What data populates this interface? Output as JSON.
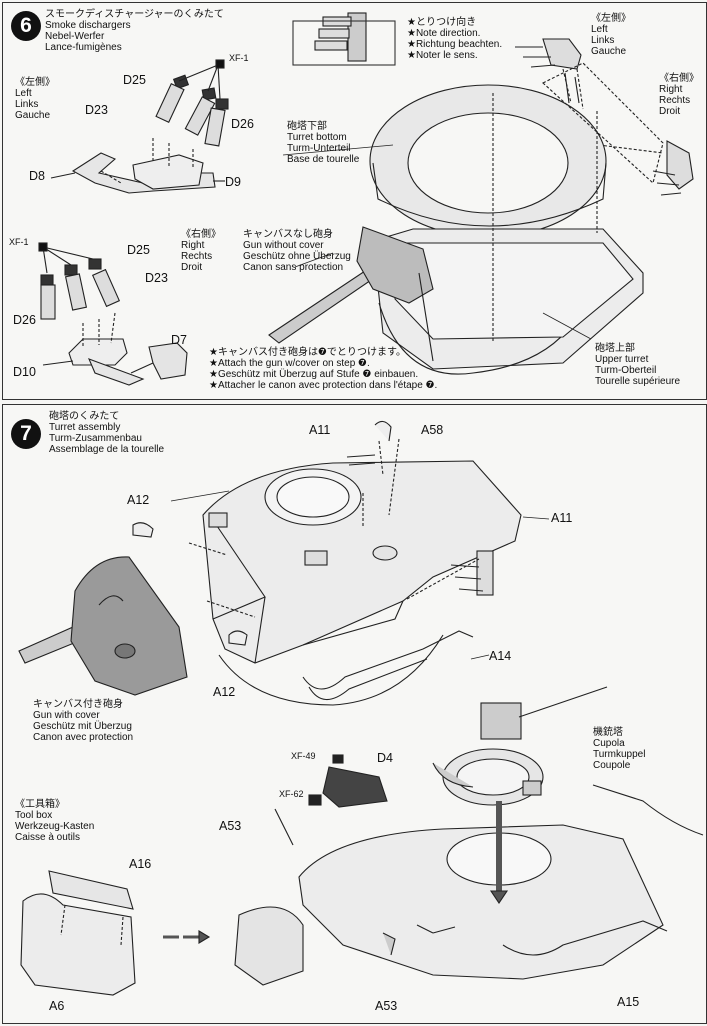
{
  "step6": {
    "number": "6",
    "title_jp": "スモークディスチャージャーのくみたて",
    "title_en": "Smoke dischargers",
    "title_de": "Nebel-Werfer",
    "title_fr": "Lance-fumigènes",
    "left_block": {
      "jp": "《左側》",
      "en": "Left",
      "de": "Links",
      "fr": "Gauche"
    },
    "left_right_block": {
      "jp": "《右側》",
      "en": "Right",
      "de": "Rechts",
      "fr": "Droit"
    },
    "top_left_block": {
      "jp": "《左側》",
      "en": "Left",
      "de": "Links",
      "fr": "Gauche"
    },
    "top_right_block": {
      "jp": "《右側》",
      "en": "Right",
      "de": "Rechts",
      "fr": "Droit"
    },
    "note": {
      "jp": "★とりつけ向き",
      "en": "★Note direction.",
      "de": "★Richtung beachten.",
      "fr": "★Noter le sens."
    },
    "turret_bottom": {
      "jp": "砲塔下部",
      "en": "Turret bottom",
      "de": "Turm-Unterteil",
      "fr": "Base de tourelle"
    },
    "upper_turret": {
      "jp": "砲塔上部",
      "en": "Upper turret",
      "de": "Turm-Oberteil",
      "fr": "Tourelle supérieure"
    },
    "gun_without_cover": {
      "jp": "キャンバスなし砲身",
      "en": "Gun without cover",
      "de": "Geschütz ohne Überzug",
      "fr": "Canon sans protection"
    },
    "attach_note": {
      "jp": "★キャンバス付き砲身は❼でとりつけます。",
      "en": "★Attach the gun w/cover on step ❼.",
      "de": "★Geschütz mit Überzug auf Stufe ❼ einbauen.",
      "fr": "★Attacher le canon avec protection dans l'étape ❼."
    },
    "parts": {
      "xf1_top": "XF-1",
      "d25_top": "D25",
      "d23_top": "D23",
      "d26_top": "D26",
      "d8": "D8",
      "d9": "D9",
      "xf1_bottom": "XF-1",
      "d25_bottom": "D25",
      "d23_bottom": "D23",
      "d26_bottom": "D26",
      "d7": "D7",
      "d10": "D10"
    }
  },
  "step7": {
    "number": "7",
    "title_jp": "砲塔のくみたて",
    "title_en": "Turret assembly",
    "title_de": "Turm-Zusammenbau",
    "title_fr": "Assemblage de la tourelle",
    "gun_with_cover": {
      "jp": "キャンバス付き砲身",
      "en": "Gun with cover",
      "de": "Geschütz mit Überzug",
      "fr": "Canon avec protection"
    },
    "cupola": {
      "jp": "機銃塔",
      "en": "Cupola",
      "de": "Turmkuppel",
      "fr": "Coupole"
    },
    "toolbox": {
      "jp": "《工具箱》",
      "en": "Tool box",
      "de": "Werkzeug-Kasten",
      "fr": "Caisse à outils"
    },
    "parts": {
      "a11_top": "A11",
      "a58": "A58",
      "a12_top": "A12",
      "a11_right": "A11",
      "a14": "A14",
      "a12_bottom": "A12",
      "xf49": "XF-49",
      "d4": "D4",
      "xf62": "XF-62",
      "a53_left": "A53",
      "a16": "A16",
      "a6": "A6",
      "a53_bottom": "A53",
      "a15": "A15"
    }
  }
}
